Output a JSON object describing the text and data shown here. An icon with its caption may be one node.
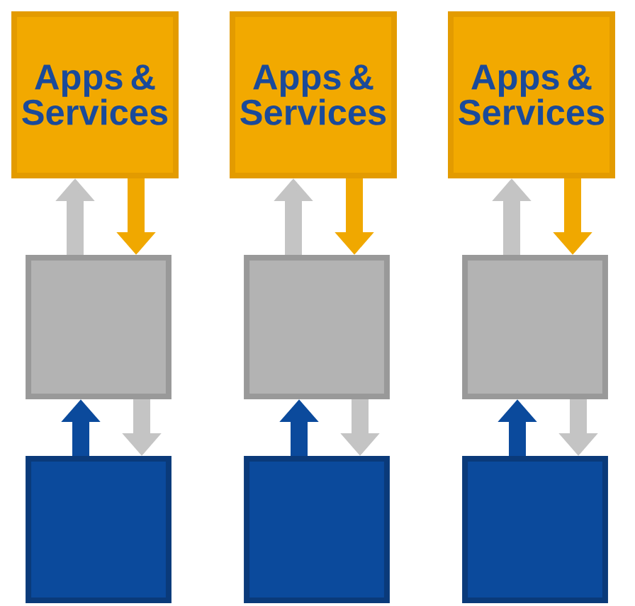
{
  "diagram": {
    "nodes": [
      {
        "text": [
          "Apps & Services"
        ]
      },
      {
        "text": [],
        "shape": "box"
      },
      {
        "text": [],
        "shape": "box"
      },
      {
        "text": [
          "Apps & Services"
        ]
      },
      {
        "text": [],
        "shape": "box"
      },
      {
        "text": [],
        "shape": "box"
      },
      {
        "text": [
          "Apps & Services"
        ]
      },
      {
        "text": [],
        "shape": "box"
      },
      {
        "text": [],
        "shape": "box"
      }
    ],
    "edges": [
      {
        "from": 1,
        "to": 0,
        "arrow": "to",
        "color": "#c4c4c4"
      },
      {
        "from": 0,
        "to": 1,
        "arrow": "to",
        "color": "#f0a800"
      },
      {
        "from": 2,
        "to": 1,
        "arrow": "to",
        "color": "#0b4a9c"
      },
      {
        "from": 1,
        "to": 2,
        "arrow": "to",
        "color": "#c4c4c4"
      },
      {
        "from": 4,
        "to": 3,
        "arrow": "to",
        "color": "#c4c4c4"
      },
      {
        "from": 3,
        "to": 4,
        "arrow": "to",
        "color": "#f0a800"
      },
      {
        "from": 5,
        "to": 4,
        "arrow": "to",
        "color": "#0b4a9c"
      },
      {
        "from": 4,
        "to": 5,
        "arrow": "to",
        "color": "#c4c4c4"
      },
      {
        "from": 7,
        "to": 6,
        "arrow": "to",
        "color": "#c4c4c4"
      },
      {
        "from": 6,
        "to": 7,
        "arrow": "to",
        "color": "#f0a800"
      },
      {
        "from": 8,
        "to": 7,
        "arrow": "to",
        "color": "#0b4a9c"
      },
      {
        "from": 7,
        "to": 8,
        "arrow": "to",
        "color": "#c4c4c4"
      }
    ]
  }
}
